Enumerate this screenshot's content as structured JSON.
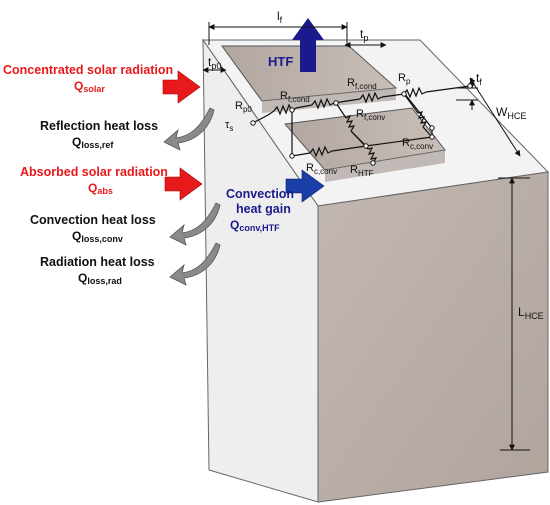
{
  "labels": {
    "incident_title": "Concentrated solar radiation",
    "incident_sym": "Q",
    "incident_sub": "solar",
    "reflection_title": "Reflection heat loss",
    "reflection_sym": "Q",
    "reflection_sub": "loss,ref",
    "absorbed_title": "Absorbed solar radiation",
    "absorbed_sym": "Q",
    "absorbed_sub": "abs",
    "convgain_title1": "Convection",
    "convgain_title2": "heat gain",
    "convgain_sym": "Q",
    "convgain_sub": "conv,HTF",
    "convloss_title": "Convection heat loss",
    "convloss_sym": "Q",
    "convloss_sub": "loss,conv",
    "radloss_title": "Radiation heat loss",
    "radloss_sym": "Q",
    "radloss_sub": "loss,rad",
    "htf": "HTF"
  },
  "dimensions": {
    "lf_sym": "l",
    "lf_sub": "f",
    "tp_sym": "t",
    "tp_sub": "p",
    "tp0_sym": "t",
    "tp0_sub": "p0",
    "tf_sym": "t",
    "tf_sub": "f",
    "whce_sym": "W",
    "whce_sub": "HCE",
    "lhce_sym": "L",
    "lhce_sub": "HCE"
  },
  "resistors": {
    "rp0_sym": "R",
    "rp0_sub": "p0",
    "rfcond1_sym": "R",
    "rfcond1_sub": "f,cond",
    "rfcond2_sym": "R",
    "rfcond2_sub": "f,cond",
    "rp_sym": "R",
    "rp_sub": "p",
    "rfconv_sym": "R",
    "rfconv_sub": "f,conv",
    "rcconv1_sym": "R",
    "rcconv1_sub": "c,conv",
    "rhtf_sym": "R",
    "rhtf_sub": "HTF",
    "rcconv2_sym": "R",
    "rcconv2_sub": "c,conv",
    "ts_sym": "τ",
    "ts_sub": "s"
  },
  "colors": {
    "red": "#e8191a",
    "navy": "#1a1a8c",
    "arrow_gray": "#8a8a8a",
    "wall_brown": "#bdb2ab",
    "block_face": "#f1f1f1"
  }
}
